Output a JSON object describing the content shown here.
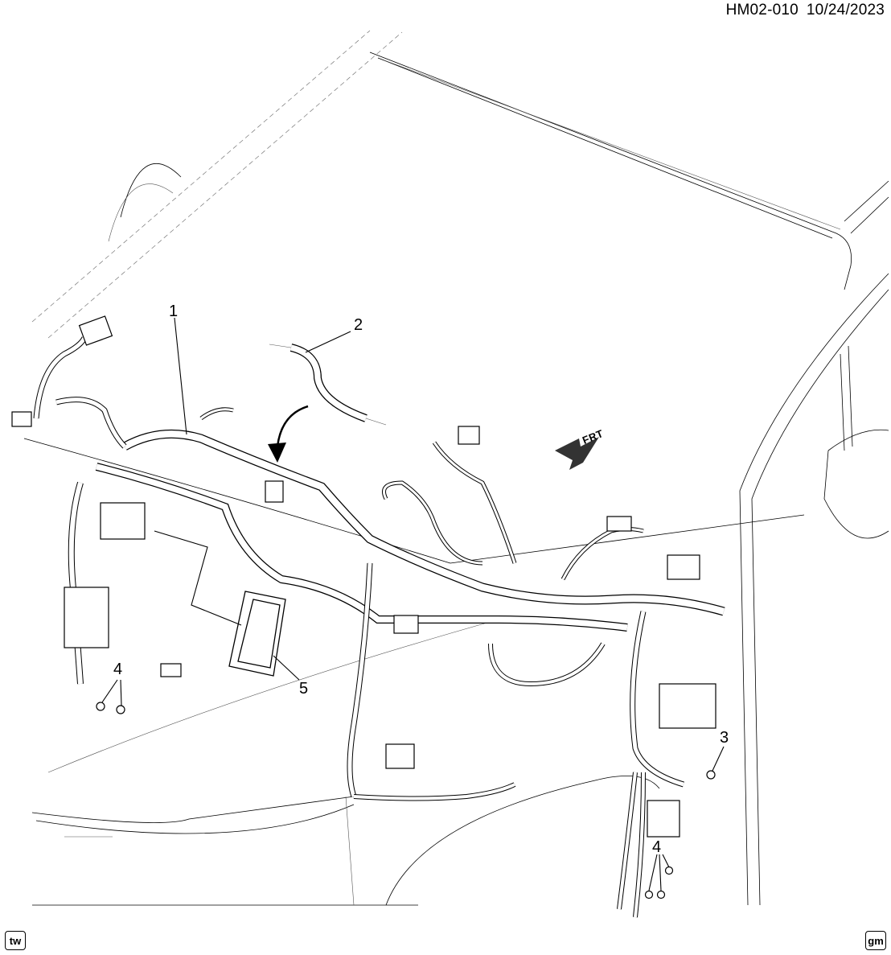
{
  "header": {
    "code": "HM02-010",
    "date": "10/24/2023"
  },
  "callouts": [
    {
      "id": "1",
      "label": "1"
    },
    {
      "id": "2",
      "label": "2"
    },
    {
      "id": "3",
      "label": "3"
    },
    {
      "id": "4a",
      "label": "4"
    },
    {
      "id": "4b",
      "label": "4"
    },
    {
      "id": "5",
      "label": "5"
    }
  ],
  "direction_marker": {
    "label": "FRT"
  },
  "badges": {
    "left": "tw",
    "right": "gm"
  }
}
